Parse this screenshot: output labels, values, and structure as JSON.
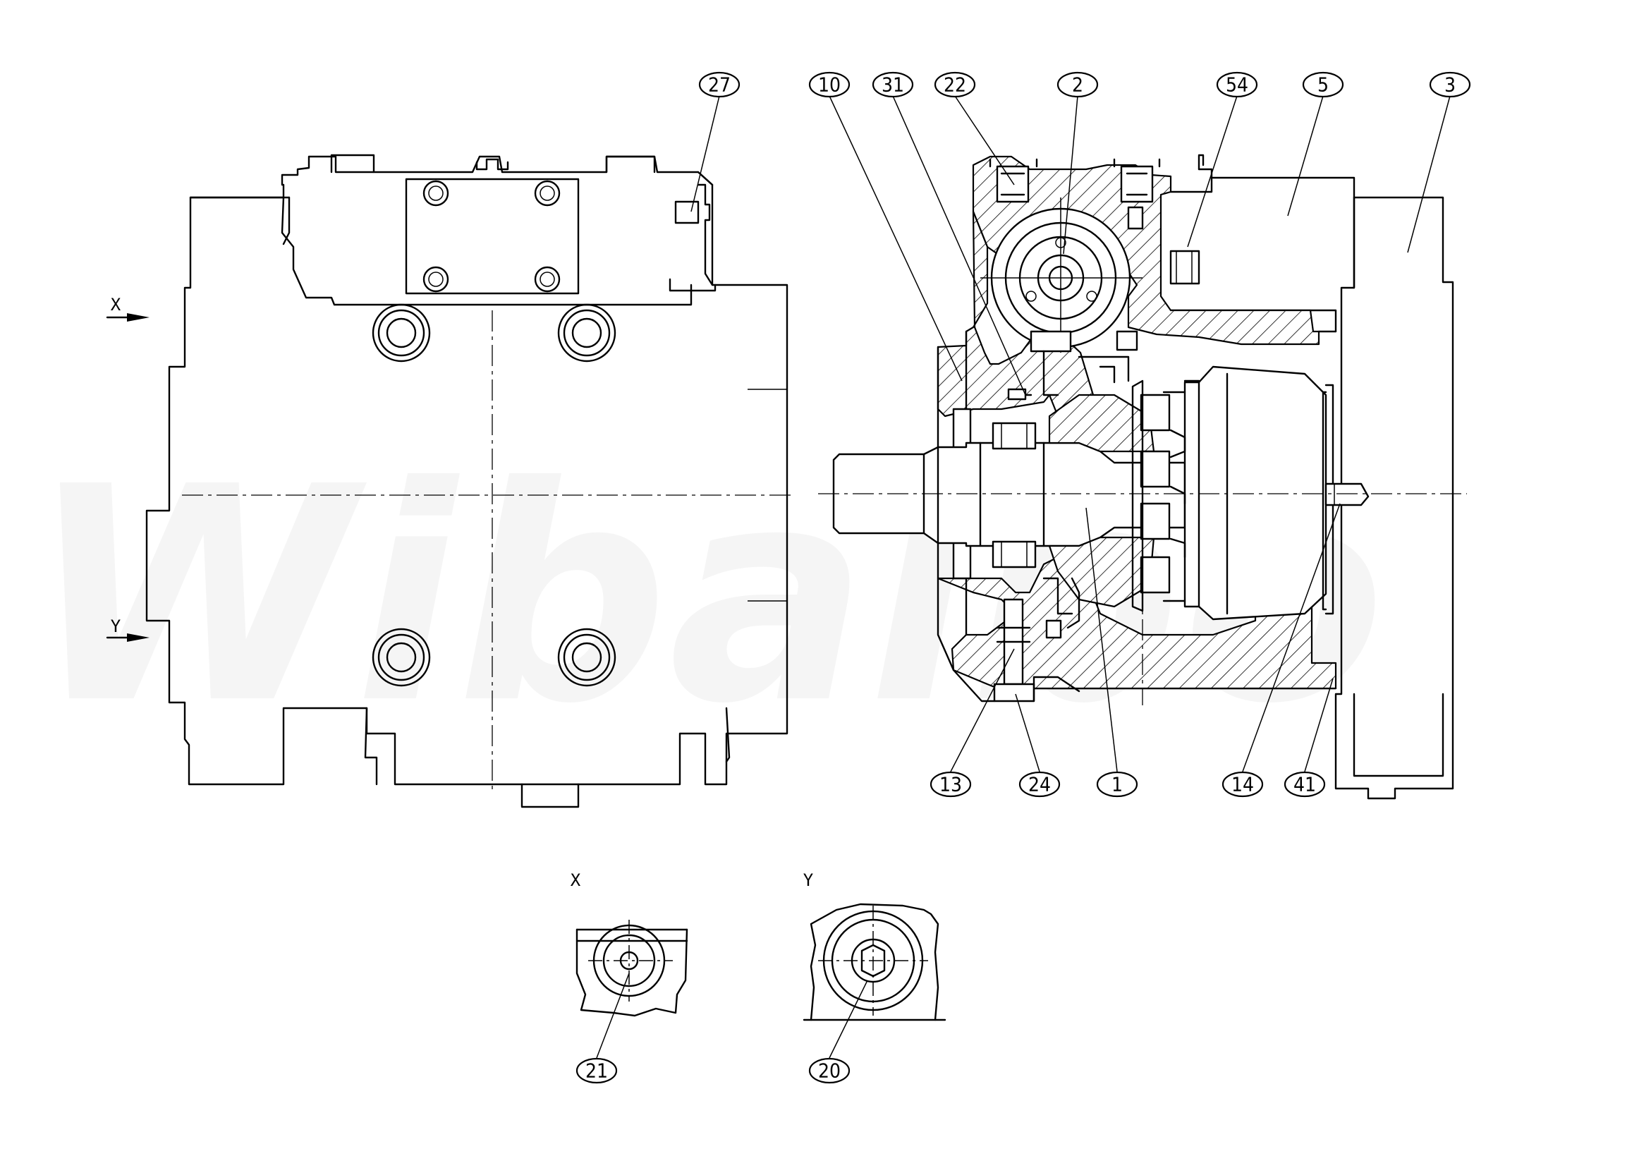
{
  "watermark": "Wibalbo",
  "view_labels": {
    "x_arrow": "X",
    "y_arrow": "Y",
    "x_detail": "X",
    "y_detail": "Y"
  },
  "balloons": {
    "b27": "27",
    "b10": "10",
    "b31": "31",
    "b22": "22",
    "b2": "2",
    "b54": "54",
    "b5": "5",
    "b3": "3",
    "b13": "13",
    "b24": "24",
    "b1": "1",
    "b14": "14",
    "b41": "41",
    "b21": "21",
    "b20": "20"
  }
}
